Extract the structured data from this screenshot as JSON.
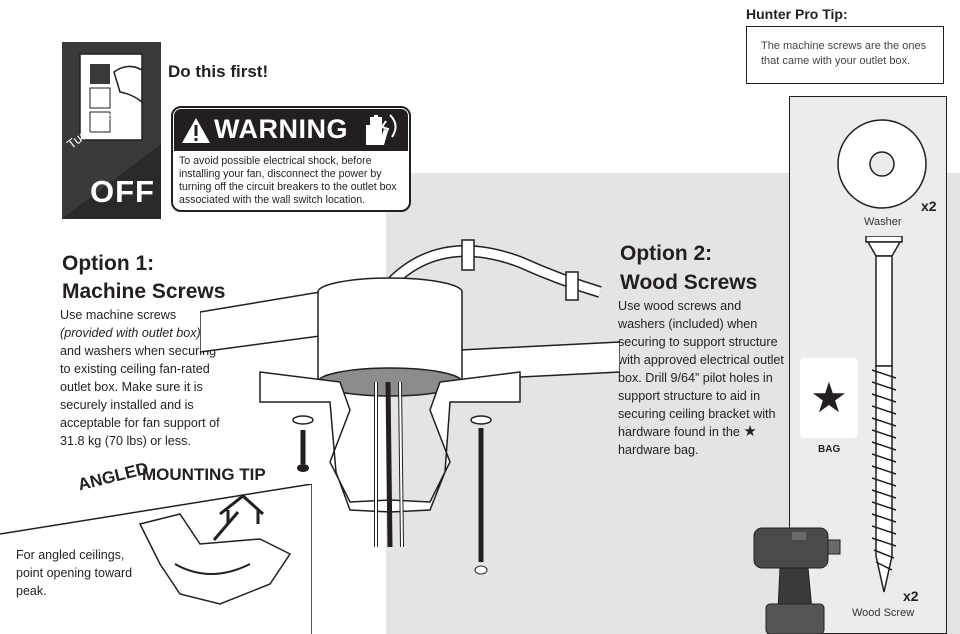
{
  "pro_tip": {
    "title": "Hunter Pro Tip:",
    "text": "The machine screws are the ones that came with your outlet box."
  },
  "turn_power_off": {
    "line1": "Turn Power",
    "line2": "OFF"
  },
  "do_first": "Do this first!",
  "warning": {
    "title": "WARNING",
    "text": "To avoid possible electrical shock, before installing your fan, disconnect the power by turning off the circuit breakers to the outlet box associated with the wall switch location."
  },
  "option1": {
    "title": "Option 1:",
    "subtitle": "Machine Screws",
    "line1": "Use machine screws",
    "line2": "(provided with outlet box)",
    "rest": "and washers when securing to existing ceiling fan-rated outlet box. Make sure it is securely installed and is acceptable for fan support of 31.8 kg (70 lbs) or less."
  },
  "option2": {
    "title": "Option 2:",
    "subtitle": "Wood Screws",
    "text_before": "Use wood screws and washers (included) when securing to support structure with approved electrical outlet box. Drill 9/64” pilot holes in support structure to aid in securing ceiling bracket with hardware found in the",
    "star": "★",
    "text_after": "hardware bag."
  },
  "angled_tip": {
    "word1": "ANGLED",
    "word2": "MOUNTING TIP",
    "text": "For angled ceilings, point opening toward peak."
  },
  "hardware": {
    "washer_label": "Washer",
    "washer_qty": "x2",
    "bag_label": "BAG",
    "screw_label": "Wood Screw",
    "screw_qty": "x2"
  }
}
